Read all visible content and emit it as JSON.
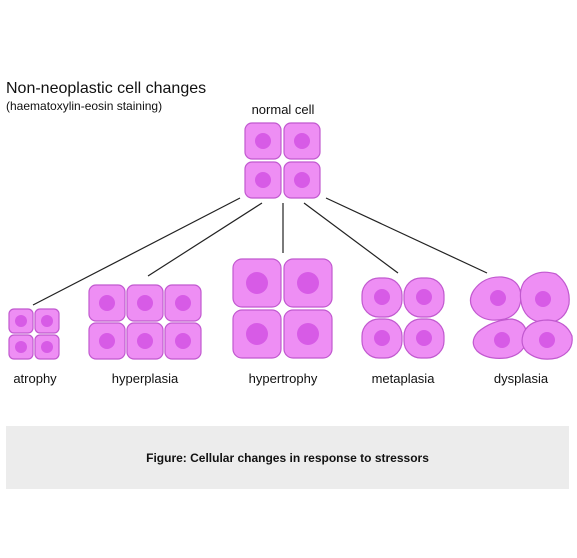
{
  "title": "Non-neoplastic cell changes",
  "subtitle": "(haematoxylin-eosin staining)",
  "nodes": {
    "normal": "normal cell",
    "atrophy": "atrophy",
    "hyperplasia": "hyperplasia",
    "hypertrophy": "hypertrophy",
    "metaplasia": "metaplasia",
    "dysplasia": "dysplasia"
  },
  "caption": "Figure: Cellular changes in response to stressors",
  "colors": {
    "cytoplasm": "#ee8ef4",
    "cell_border": "#c159cf",
    "nucleus": "#d75be6",
    "connector": "#222222",
    "caption_bg": "#ececec"
  }
}
